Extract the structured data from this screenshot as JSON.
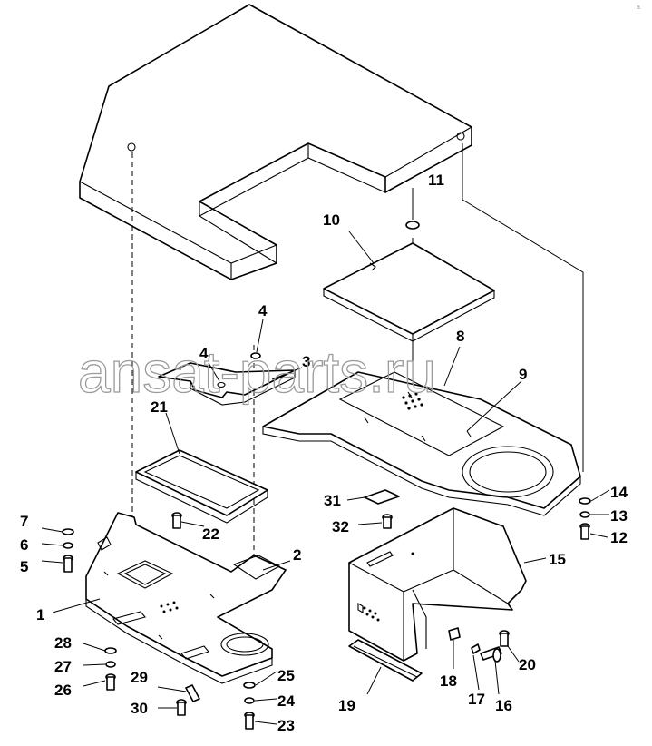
{
  "diagram": {
    "watermark": "ansat-parts.ru",
    "corner_mark": "a",
    "callouts": [
      "1",
      "2",
      "3",
      "4",
      "4",
      "5",
      "6",
      "7",
      "8",
      "9",
      "10",
      "11",
      "12",
      "13",
      "14",
      "15",
      "16",
      "17",
      "18",
      "19",
      "20",
      "21",
      "22",
      "23",
      "24",
      "25",
      "26",
      "27",
      "28",
      "29",
      "30",
      "31",
      "32"
    ]
  }
}
